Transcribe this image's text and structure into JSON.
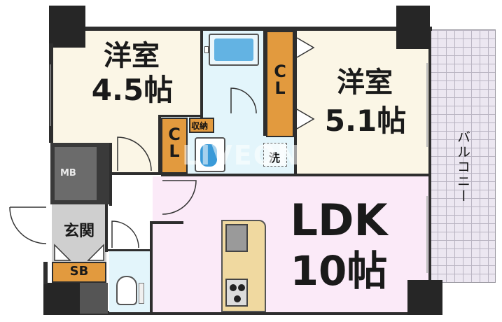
{
  "rooms": {
    "western1": {
      "name": "洋室",
      "size": "4.5帖"
    },
    "western2": {
      "name": "洋室",
      "size": "5.1帖"
    },
    "ldk": {
      "name": "LDK",
      "size": "10帖"
    }
  },
  "closets": {
    "cl_upper": "C\nL",
    "cl_lower": "C\nL",
    "storage": "収納",
    "shoe_box": "SB"
  },
  "utility": {
    "mb": "MB",
    "entrance": "玄関",
    "balcony": "バルコニー",
    "washer": "洗"
  },
  "watermark": "LIVEON"
}
